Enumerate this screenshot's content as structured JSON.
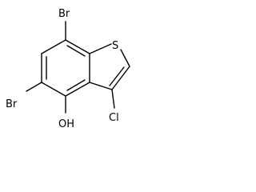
{
  "structure": {
    "labels": {
      "br_top": "Br",
      "br_left": "Br",
      "sulfur": "S",
      "hydroxyl": "OH",
      "chlorine": "Cl"
    },
    "colors": {
      "bond": "#000000",
      "text": "#000000",
      "background": "#ffffff"
    }
  }
}
